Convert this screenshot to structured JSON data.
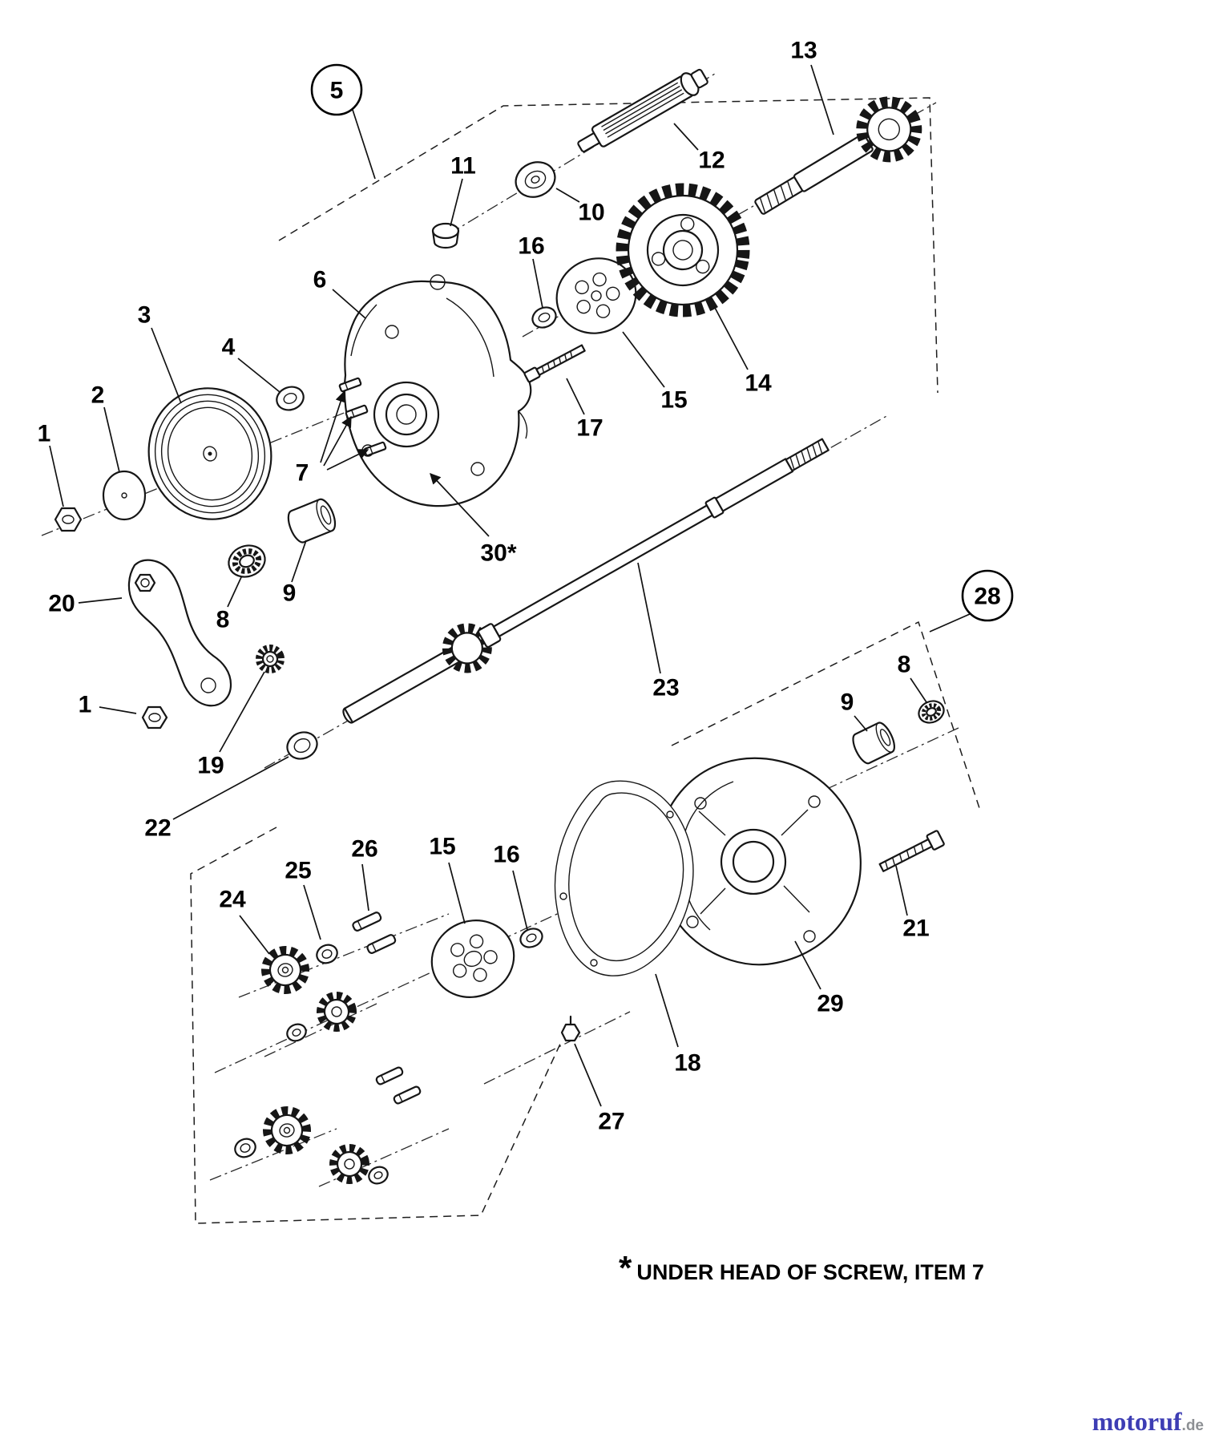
{
  "page": {
    "background": "#ffffff",
    "footnote": {
      "star": "*",
      "text": "UNDER HEAD OF SCREW, ITEM 7"
    },
    "watermark": {
      "name": "motoruf",
      "tld": ".de",
      "name_color": "#3d3db4",
      "tld_color": "#8d9094"
    }
  },
  "diagram": {
    "kind": "exploded-parts-diagram",
    "line_color": "#161616",
    "callouts": {
      "c1a": "1",
      "c1b": "1",
      "c2": "2",
      "c3": "3",
      "c4": "4",
      "c5": "5",
      "c6": "6",
      "c7": "7",
      "c8a": "8",
      "c8b": "8",
      "c9a": "9",
      "c9b": "9",
      "c10": "10",
      "c11": "11",
      "c12": "12",
      "c13": "13",
      "c14": "14",
      "c15a": "15",
      "c15b": "15",
      "c16a": "16",
      "c16b": "16",
      "c17": "17",
      "c18": "18",
      "c19": "19",
      "c20": "20",
      "c21": "21",
      "c22": "22",
      "c23": "23",
      "c24": "24",
      "c25": "25",
      "c26": "26",
      "c27": "27",
      "c28": "28",
      "c29": "29",
      "c30": "30*"
    }
  }
}
